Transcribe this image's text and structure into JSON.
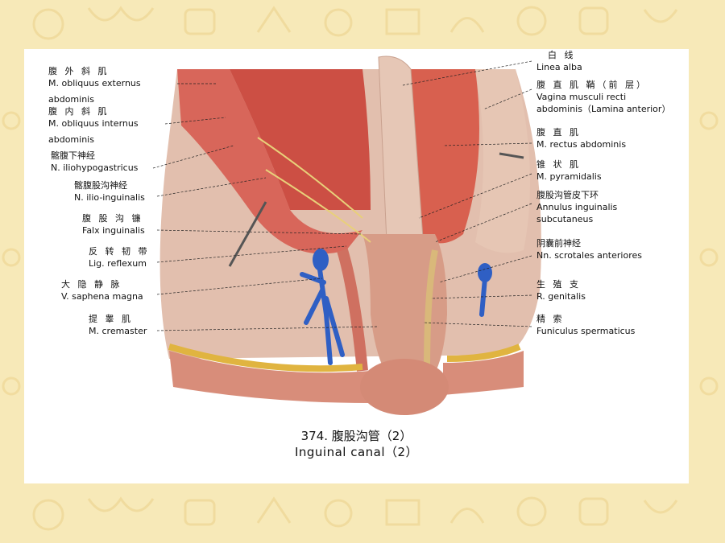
{
  "labels_left": [
    {
      "zh": "腹 外 斜 肌",
      "la": [
        "M. obliquus externus",
        "abdominis"
      ]
    },
    {
      "zh": "腹 内 斜 肌",
      "la": [
        "M. obliquus internus",
        "abdominis"
      ]
    },
    {
      "zh": "髂腹下神经",
      "la": [
        "N. iliohypogastricus"
      ]
    },
    {
      "zh": "髂腹股沟神经",
      "la": [
        "N. ilio-inguinalis"
      ]
    },
    {
      "zh": "腹 股 沟 镰",
      "la": [
        "Falx inguinalis"
      ]
    },
    {
      "zh": "反 转 韧 带",
      "la": [
        "Lig. reflexum"
      ]
    },
    {
      "zh": "大 隐 静 脉",
      "la": [
        "V. saphena magna"
      ]
    },
    {
      "zh": "提 睾 肌",
      "la": [
        "M. cremaster"
      ]
    }
  ],
  "labels_right": [
    {
      "zh": "白 线",
      "la": [
        "Linea alba"
      ]
    },
    {
      "zh": "腹 直 肌 鞘（前 层）",
      "la": [
        "Vagina musculi recti",
        "abdominis（Lamina anterior）"
      ]
    },
    {
      "zh": "腹 直 肌",
      "la": [
        "M. rectus abdominis"
      ]
    },
    {
      "zh": "锥 状 肌",
      "la": [
        "M. pyramidalis"
      ]
    },
    {
      "zh": "腹股沟管皮下环",
      "la": [
        "Annulus inguinalis",
        "subcutaneus"
      ]
    },
    {
      "zh": "阴囊前神经",
      "la": [
        "Nn. scrotales anteriores"
      ]
    },
    {
      "zh": "生 殖 支",
      "la": [
        "R. genitalis"
      ]
    },
    {
      "zh": "精 索",
      "la": [
        "Funiculus spermaticus"
      ]
    }
  ],
  "caption": {
    "line1": "374.  腹股沟管（2）",
    "line2": "Inguinal canal（2）"
  },
  "colors": {
    "page_background": "#f7e9b8",
    "muscle": "#d8665a",
    "fascia": "#e2bfae",
    "vein": "#2f5fc4",
    "fat": "#e0b440"
  }
}
